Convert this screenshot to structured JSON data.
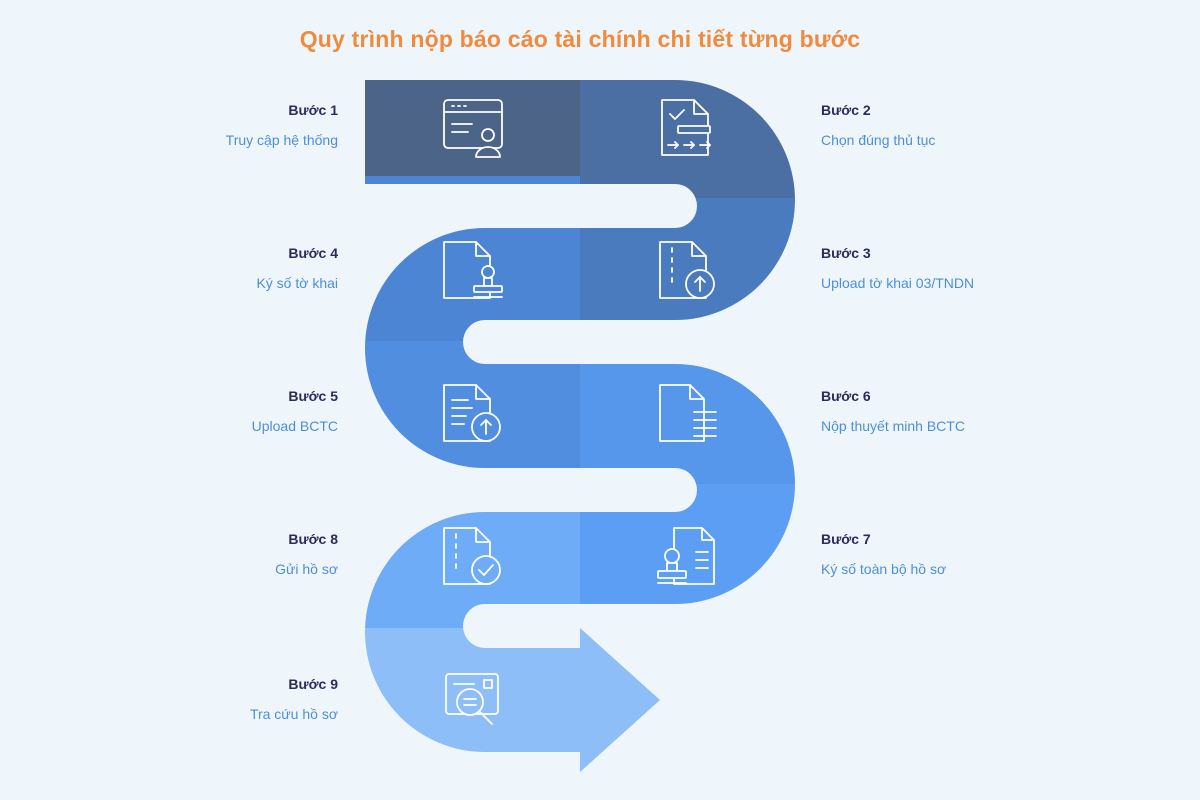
{
  "title": "Quy trình nộp báo cáo tài chính chi tiết từng bước",
  "steps": [
    {
      "num": "Bước 1",
      "label": "Truy cập hệ thống",
      "icon": "browser-user-icon",
      "color": "#4b6487"
    },
    {
      "num": "Bước 2",
      "label": "Chọn đúng thủ tục",
      "icon": "checklist-document-icon",
      "color": "#4c6fa3"
    },
    {
      "num": "Bước 3",
      "label": "Upload tờ khai 03/TNDN",
      "icon": "zip-upload-icon",
      "color": "#4a7bbf"
    },
    {
      "num": "Bước 4",
      "label": "Ký số tờ khai",
      "icon": "document-stamp-icon",
      "color": "#4c85d4"
    },
    {
      "num": "Bước 5",
      "label": "Upload BCTC",
      "icon": "document-upload-icon",
      "color": "#518ee0"
    },
    {
      "num": "Bước 6",
      "label": "Nộp thuyết minh BCTC",
      "icon": "document-lines-icon",
      "color": "#5697ec"
    },
    {
      "num": "Bước 7",
      "label": "Ký số toàn bộ hồ sơ",
      "icon": "stamp-document-icon",
      "color": "#5b9ef4"
    },
    {
      "num": "Bước 8",
      "label": "Gửi hồ sơ",
      "icon": "zip-check-icon",
      "color": "#6eacf7"
    },
    {
      "num": "Bước 9",
      "label": "Tra cứu hồ sơ",
      "icon": "search-document-icon",
      "color": "#8dbef8"
    }
  ]
}
